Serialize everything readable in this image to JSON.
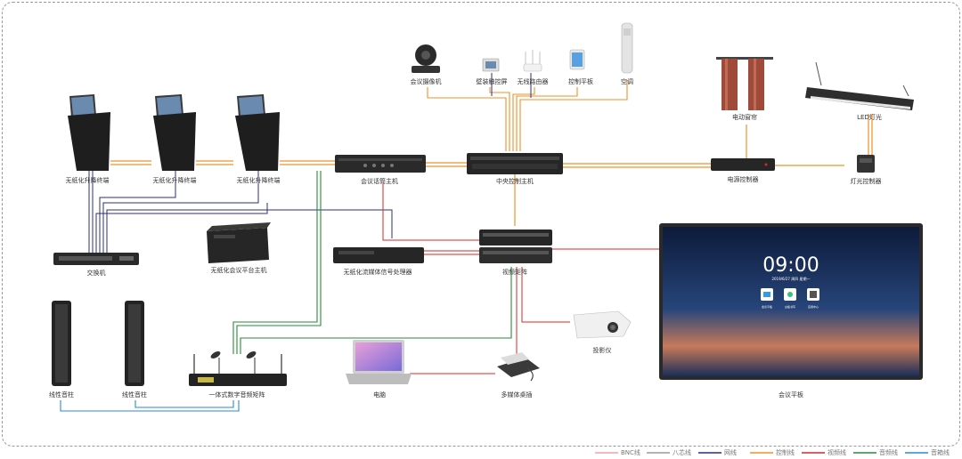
{
  "labels": {
    "paperless_terminal": "无纸化升降终端",
    "conference_host": "会议话筒主机",
    "central_control": "中央控制主机",
    "power_controller": "电源控制器",
    "light_controller": "灯光控制器",
    "led_light": "LED灯光",
    "curtain": "电动窗帘",
    "camera": "会议摄像机",
    "wall_touch": "壁装触控屏",
    "router": "无线路由器",
    "tablet": "控制平板",
    "ac": "空调",
    "switch": "交换机",
    "platform_host": "无纸化会议平台主机",
    "media_processor": "无纸化流媒体信号处理器",
    "video_matrix": "视频矩阵",
    "projector": "投影仪",
    "computer": "电脑",
    "media_box": "多媒体桌插",
    "speaker": "线性音柱",
    "audio_matrix": "一体式数字音频矩阵",
    "panel": "会议平板"
  },
  "screen": {
    "time": "09:00",
    "date": "2019/6/27 周四  星期一",
    "apps": [
      "会议平板",
      "白板书写",
      "应用中心"
    ]
  },
  "legend": [
    {
      "name": "BNC线",
      "color": "#f4a0a0"
    },
    {
      "name": "八芯线",
      "color": "#9a9a9a"
    },
    {
      "name": "网线",
      "color": "#2b2f7a"
    },
    {
      "name": "控制线",
      "color": "#f0902a"
    },
    {
      "name": "视频线",
      "color": "#d42a2a"
    },
    {
      "name": "音频线",
      "color": "#2a8a3a"
    },
    {
      "name": "音箱线",
      "color": "#2a8ad8"
    }
  ]
}
